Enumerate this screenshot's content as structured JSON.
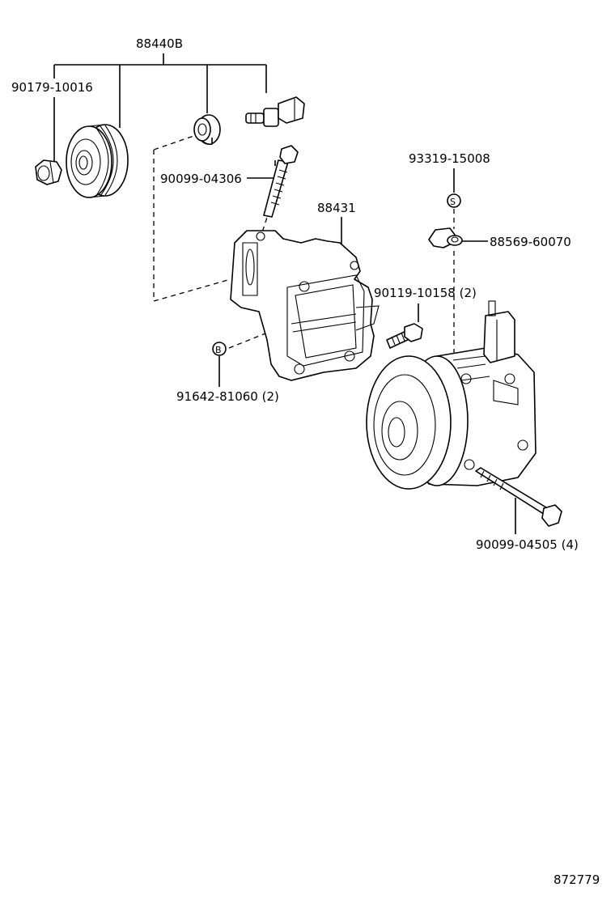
{
  "callouts": {
    "assembly_88440B": "88440B",
    "nut_90179_10016": "90179-10016",
    "bolt_90099_04306": "90099-04306",
    "bracket_88431": "88431",
    "stud_93319_15008": "93319-15008",
    "marker_s": "S",
    "clamp_88569_60070": "88569-60070",
    "bolt_90119_10158": "90119-10158 (2)",
    "marker_b": "B",
    "pin_91642_81060": "91642-81060 (2)",
    "bolt_90099_04505": "90099-04505 (4)"
  },
  "footer": {
    "diagram_number": "872779"
  }
}
